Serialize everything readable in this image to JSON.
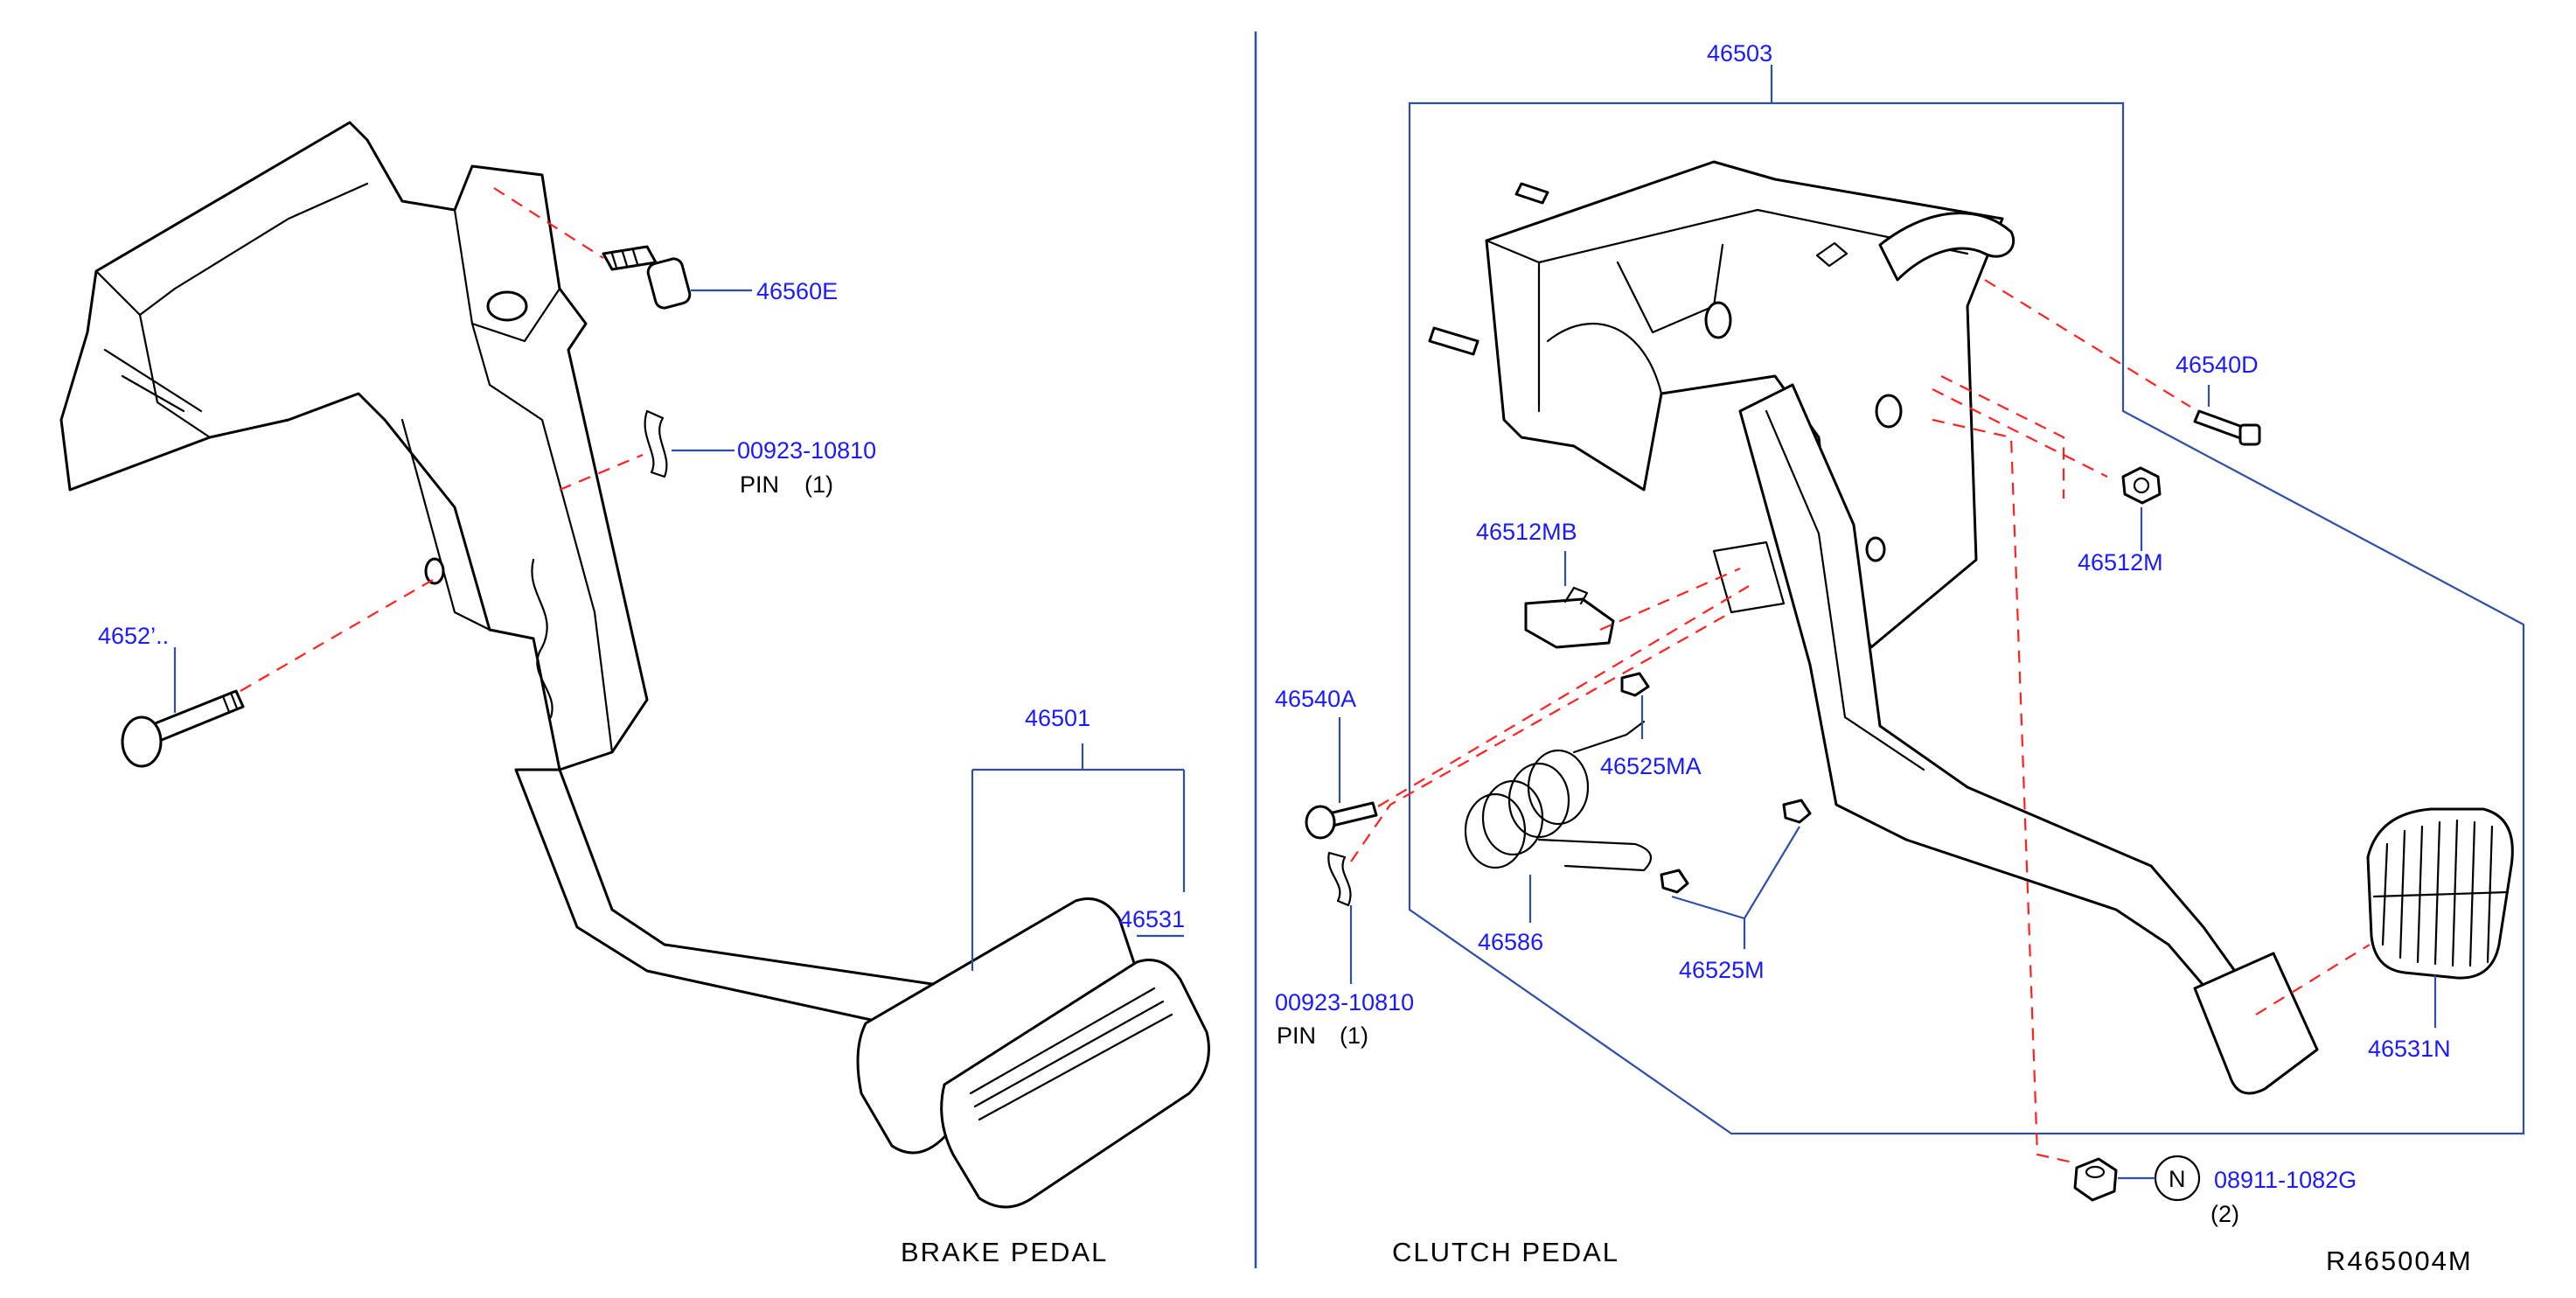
{
  "brake_section": {
    "title": "BRAKE   PEDAL",
    "labels": {
      "bolt_46560e": "46560E",
      "pin_part": "00923-10810",
      "pin_name": "PIN",
      "pin_qty": "(1)",
      "bolt_46520": "4652’..",
      "pedal_assy": "46501",
      "pad": "46531"
    }
  },
  "clutch_section": {
    "title": "CLUTCH   PEDAL",
    "labels": {
      "assy": "46503",
      "bolt_46540d": "46540D",
      "stopper_46512mb": "46512MB",
      "stopper_46512m": "46512M",
      "bolt_46540a": "46540A",
      "clip_46525ma": "46525MA",
      "spring_46586": "46586",
      "clip_46525m": "46525M",
      "pin_part": "00923-10810",
      "pin_name": "PIN",
      "pin_qty": "(1)",
      "pad_46531n": "46531N",
      "nut_marker": "N",
      "nut_part": "08911-1082G",
      "nut_qty": "(2)"
    }
  },
  "drawing_code": "R465004M",
  "colors": {
    "label": "#1a1aff",
    "leader": "#2e4fa8",
    "dashed": "#ff2020",
    "outline": "#000000"
  }
}
